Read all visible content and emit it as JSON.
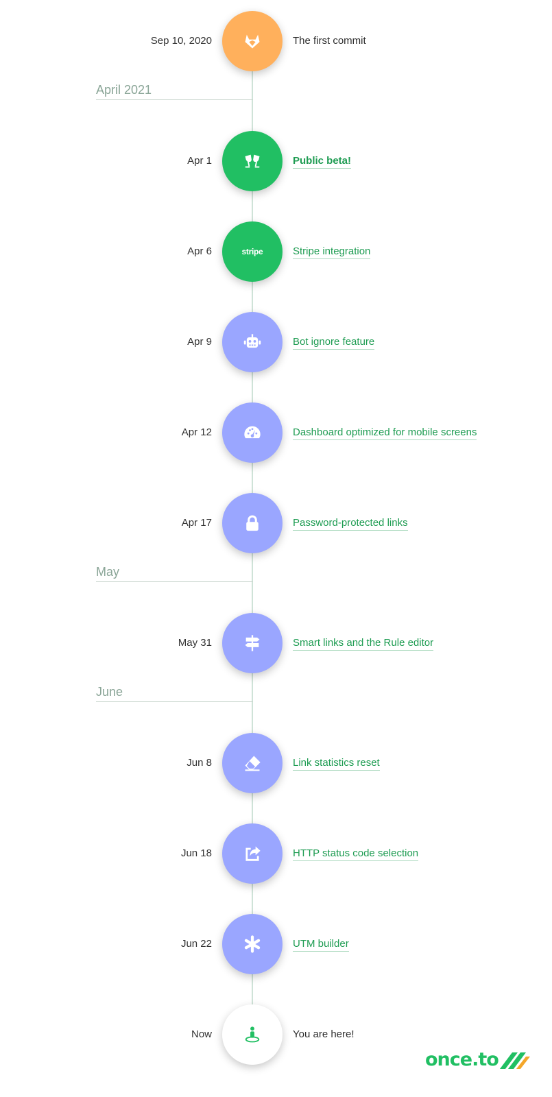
{
  "timeline": {
    "months": [
      "April 2021",
      "May",
      "June"
    ],
    "events": [
      {
        "date": "Sep 10, 2020",
        "text": "The first commit",
        "icon": "gitlab-fox-icon",
        "color": "#ffb05c"
      },
      {
        "date": "Apr 1",
        "text": "Public beta!",
        "icon": "champagne-toast-icon",
        "color": "#21bf63"
      },
      {
        "date": "Apr 6",
        "text": "Stripe integration",
        "icon": "stripe-logo-icon",
        "color": "#21bf63",
        "icon_text": "stripe"
      },
      {
        "date": "Apr 9",
        "text": "Bot ignore feature",
        "icon": "robot-icon",
        "color": "#9aa6ff"
      },
      {
        "date": "Apr 12",
        "text": "Dashboard optimized for mobile screens",
        "icon": "speedometer-icon",
        "color": "#9aa6ff"
      },
      {
        "date": "Apr 17",
        "text": "Password-protected links",
        "icon": "lock-icon",
        "color": "#9aa6ff"
      },
      {
        "date": "May 31",
        "text": "Smart links and the Rule editor",
        "icon": "signpost-icon",
        "color": "#9aa6ff"
      },
      {
        "date": "Jun 8",
        "text": "Link statistics reset",
        "icon": "eraser-icon",
        "color": "#9aa6ff"
      },
      {
        "date": "Jun 18",
        "text": "HTTP status code selection",
        "icon": "share-redirect-icon",
        "color": "#9aa6ff"
      },
      {
        "date": "Jun 22",
        "text": "UTM builder",
        "icon": "asterisk-icon",
        "color": "#9aa6ff"
      },
      {
        "date": "Now",
        "text": "You are here!",
        "icon": "person-pin-icon",
        "color": "#ffffff"
      }
    ]
  },
  "brand": {
    "name": "once.to",
    "colors": [
      "#21bf63",
      "#f4a62a"
    ]
  }
}
